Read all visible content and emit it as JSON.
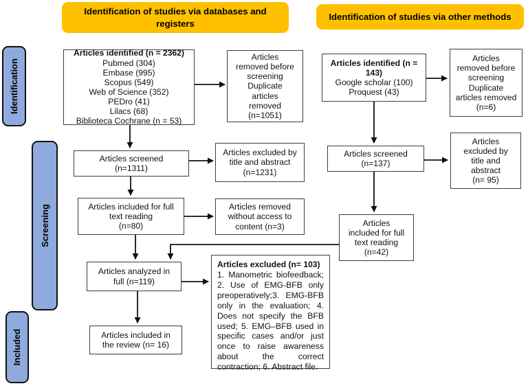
{
  "headers": {
    "databases": "Identification of studies via databases and\nregisters",
    "other_methods": "Identification of studies via other methods"
  },
  "stages": {
    "identification": "Identification",
    "screening": "Screening",
    "included": "Included"
  },
  "colors": {
    "header_bg": "#FFC000",
    "stage_label_bg": "#8FAADC",
    "box_border": "#3D3D3D",
    "arrow": "#111111",
    "background": "#FFFFFF"
  },
  "database_branch": {
    "identified": {
      "title": "Articles identified (n = 2362)",
      "sources": [
        "Pubmed (304)",
        "Embase (995)",
        "Scopus (549)",
        "Web of Science (352)",
        "PEDro (41)",
        "Lilacs (68)",
        "Biblioteca Cochrane (n = 53)"
      ]
    },
    "removed_before_screening": "Articles\nremoved before\nscreening\nDuplicate\narticles\nremoved\n(n=1051)",
    "screened": "Articles screened\n(n=1311)",
    "excluded_title_abstract": "Articles excluded by\ntitle and abstract\n(n=1231)",
    "full_text": "Articles included for full\ntext reading\n(n=80)",
    "removed_no_access": "Articles removed\nwithout access to\ncontent (n=3)",
    "analyzed": "Articles analyzed in\nfull (n=119)",
    "excluded_full": {
      "title": "Articles excluded (n= 103)",
      "body": "1. Manometric biofeedback; 2. Use of EMG-BFB only preoperatively;3. EMG-BFB only in the evaluation; 4. Does not specify the BFB used; 5. EMG–BFB used in specific cases and/or just once to raise awareness about the correct contraction; 6. Abstract file."
    },
    "included_review": "Articles included in\nthe review (n= 16)"
  },
  "other_branch": {
    "identified": {
      "title": "Articles identified (n =\n143)",
      "sources": [
        "Google scholar (100)",
        "Proquest (43)"
      ]
    },
    "removed_before_screening": "Articles\nremoved before\nscreening\nDuplicate\narticles removed\n(n=6)",
    "screened": "Articles screened\n(n=137)",
    "excluded_title_abstract": "Articles\nexcluded by\ntitle and\nabstract\n(n= 95)",
    "full_text": "Articles\nincluded for full\ntext reading\n(n=42)"
  }
}
